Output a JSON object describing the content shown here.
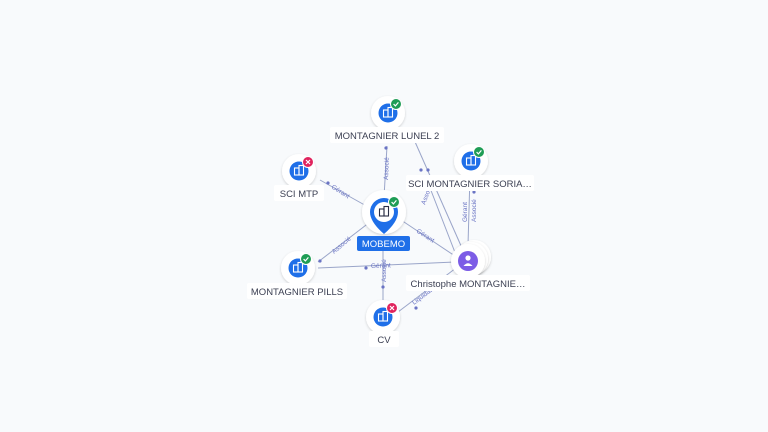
{
  "graph": {
    "center": {
      "label": "MOBEMO",
      "status": "active"
    },
    "companies": [
      {
        "id": "lunel",
        "label": "MONTAGNIER LUNEL 2",
        "status": "active"
      },
      {
        "id": "soria",
        "label": "SCI MONTAGNIER SORIA…",
        "status": "active"
      },
      {
        "id": "scimtp",
        "label": "SCI MTP",
        "status": "closed"
      },
      {
        "id": "pills",
        "label": "MONTAGNIER PILLS",
        "status": "active"
      },
      {
        "id": "cv",
        "label": "CV",
        "status": "closed"
      }
    ],
    "person": {
      "label": "Christophe MONTAGNIE…"
    },
    "relations": {
      "associe": "Associé",
      "gerant": "Gérant",
      "liquidateur": "Liquidateur"
    }
  },
  "colors": {
    "node_blue": "#1f6fe8",
    "person_purple": "#7c5ce6",
    "status_active": "#1f9d55",
    "status_closed": "#e0245e",
    "edge": "#9aa5c9",
    "edge_label": "#6a74c4"
  },
  "icons": {
    "company": "building-icon",
    "person": "person-icon",
    "active": "check-badge-icon",
    "closed": "cross-badge-icon"
  }
}
